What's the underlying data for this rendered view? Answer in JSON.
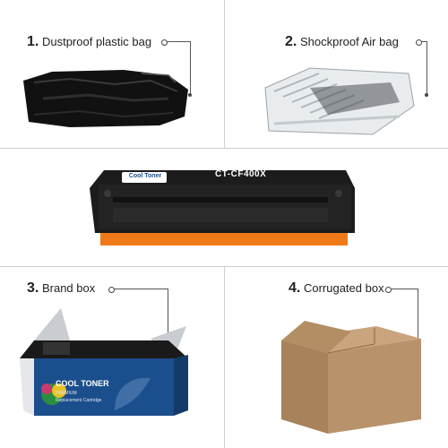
{
  "panels": [
    {
      "number": "1.",
      "label": "Dustproof plastic bag"
    },
    {
      "number": "2.",
      "label": "Shockproof Air bag"
    },
    {
      "number": "3.",
      "label": "Brand box"
    },
    {
      "number": "4.",
      "label": "Corrugated box"
    }
  ],
  "cartridge": {
    "model_label": "CT-CF400X",
    "brand_badge": "Cool Toner"
  },
  "brand_box": {
    "brand_name": "COOL TONER",
    "tagline": "PREMIUM",
    "subline": "Replacement Cartridge"
  },
  "colors": {
    "divider": "#cfcfcf",
    "cartridge_body": "#1c1c1c",
    "cartridge_accent": "#f07a1a",
    "cardboard": "#b8926a",
    "brand_box_blue": "#1b4e8c"
  }
}
